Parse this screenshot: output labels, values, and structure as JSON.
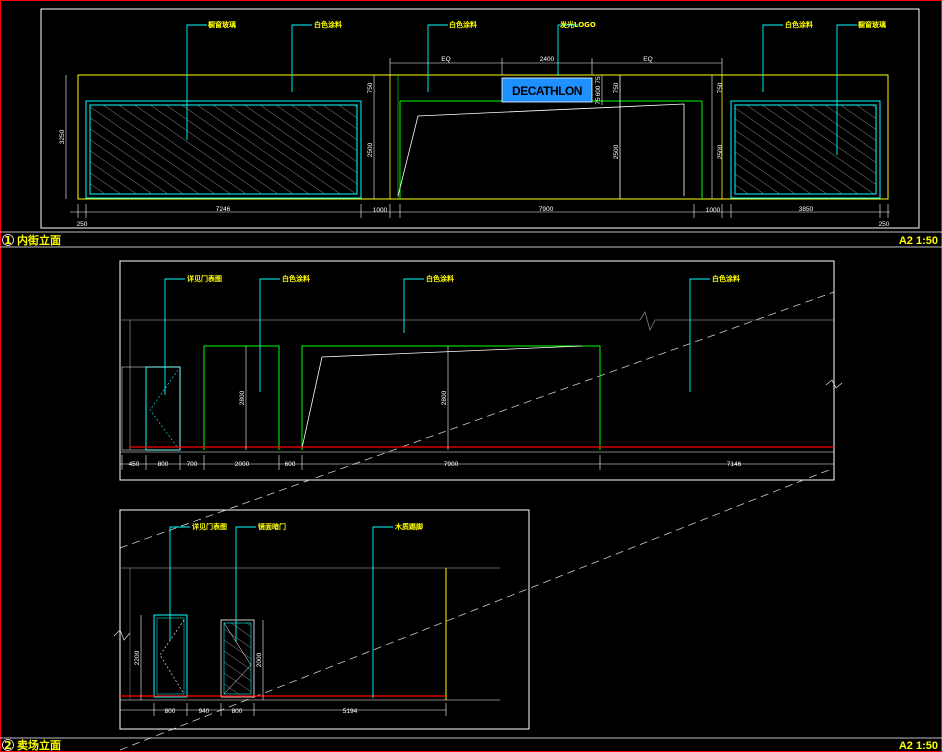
{
  "colors": {
    "background": "#000000",
    "frame": "#ffffff",
    "wall": "#ffff00",
    "glass": "#00ffff",
    "partition": "#00ff00",
    "floor_line": "#ff0000",
    "border": "#ff0000",
    "logo_bg": "#1e90ff"
  },
  "sheet1": {
    "label_num": "1",
    "title": "内街立面",
    "scale": "A2 1:50",
    "logo_text": "DECATHLON",
    "annotations": [
      "橱窗玻璃",
      "白色涂料",
      "白色涂料",
      "发光LOGO",
      "白色涂料",
      "橱窗玻璃"
    ],
    "bottom_dims": [
      "250",
      "7246",
      "1000",
      "7900",
      "1000",
      "3850",
      "250"
    ],
    "top_dims": [
      "EQ",
      "2400",
      "EQ"
    ],
    "left_dims": [
      "3250",
      "750",
      "2500",
      "2500"
    ],
    "logo_dims": [
      "75",
      "600",
      "75",
      "750"
    ],
    "right_dims": [
      "750",
      "2500"
    ]
  },
  "sheet2": {
    "label_num": "2",
    "title": "卖场立面",
    "scale": "A2 1:50",
    "upper_annotations": [
      "详见门表图",
      "白色涂料",
      "白色涂料",
      "白色涂料"
    ],
    "upper_dims": [
      "450",
      "800",
      "700",
      "2000",
      "600",
      "7900",
      "7146"
    ],
    "upper_heights": [
      "2800",
      "2800"
    ],
    "lower_annotations": [
      "详见门表图",
      "镜面暗门",
      "木质踢脚"
    ],
    "lower_dims": [
      "800",
      "940",
      "800",
      "5194"
    ],
    "lower_heights": [
      "2200",
      "2000"
    ]
  }
}
